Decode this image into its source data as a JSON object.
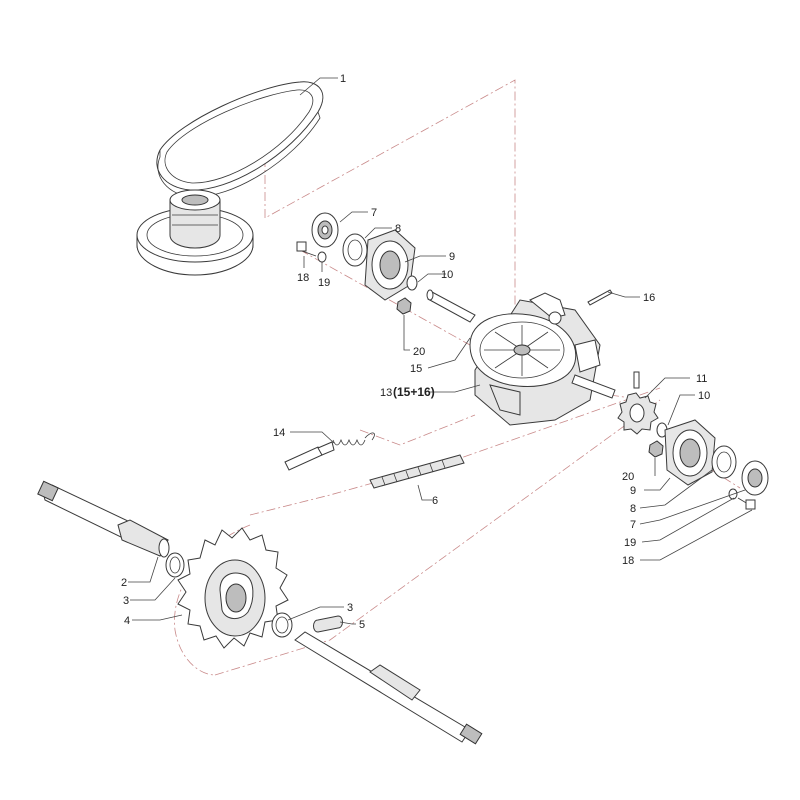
{
  "callouts": {
    "c1": "1",
    "c7a": "7",
    "c8a": "8",
    "c9a": "9",
    "c10a": "10",
    "c18a": "18",
    "c19a": "19",
    "c16": "16",
    "c20a": "20",
    "c15": "15",
    "c13": "13",
    "c13b": "(15+16)",
    "c11": "11",
    "c10b": "10",
    "c14": "14",
    "c20b": "20",
    "c9b": "9",
    "c8b": "8",
    "c6": "6",
    "c7b": "7",
    "c19b": "19",
    "c18b": "18",
    "c2": "2",
    "c3a": "3",
    "c4": "4",
    "c3b": "3",
    "c5": "5"
  }
}
